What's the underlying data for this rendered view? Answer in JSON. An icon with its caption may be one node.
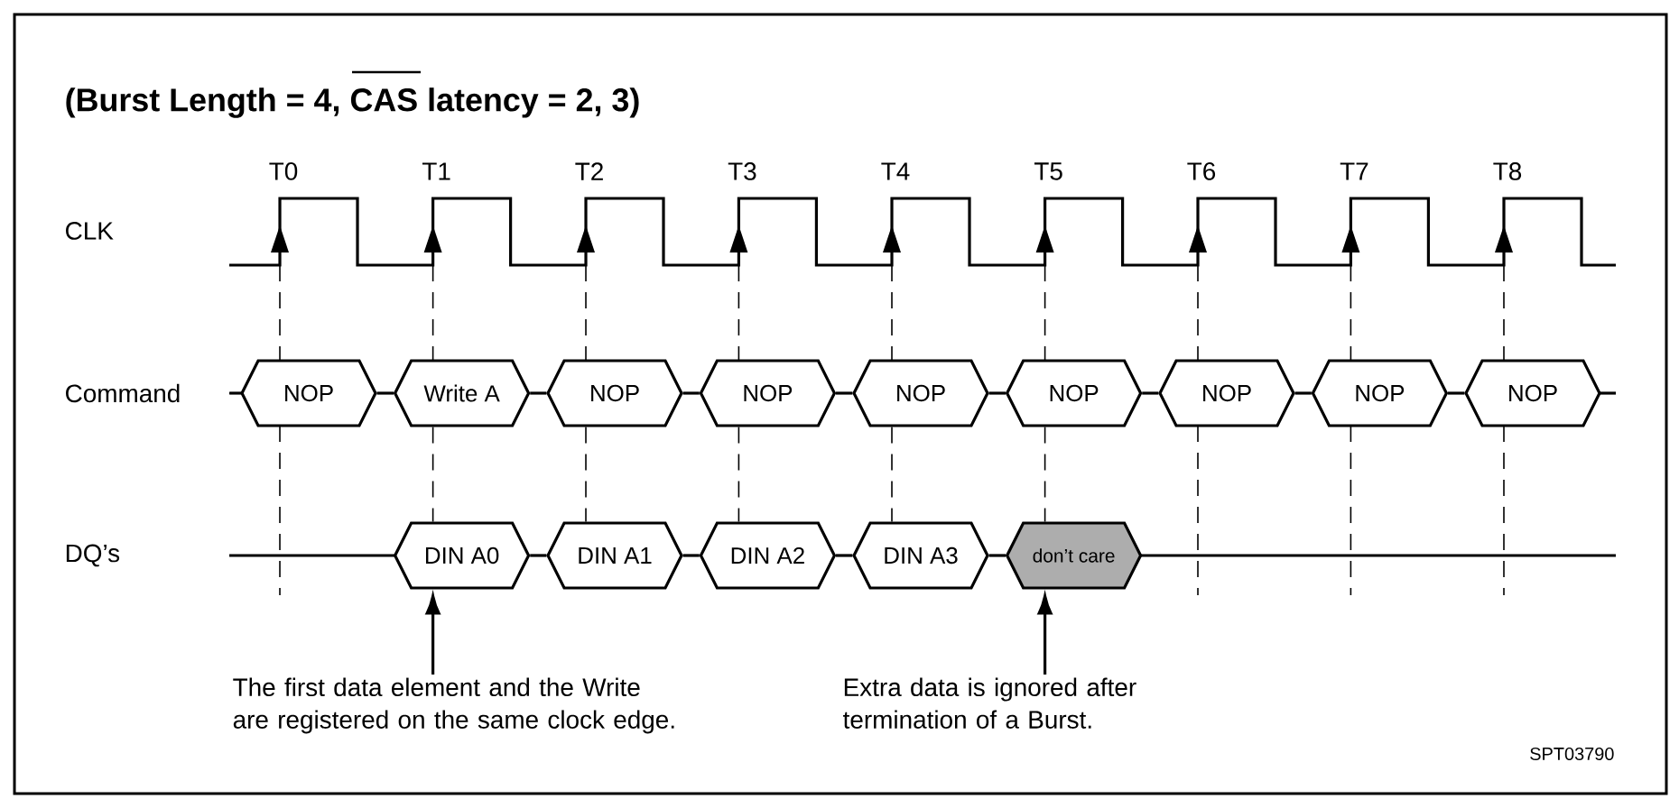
{
  "diagram": {
    "title": "(Burst Length = 4, CAS latency = 2, 3)",
    "nodes": [
      {
        "text": [
          "NOP"
        ]
      },
      {
        "text": [
          "Write A"
        ]
      },
      {
        "text": [
          "NOP"
        ]
      },
      {
        "text": [
          "NOP"
        ]
      },
      {
        "text": [
          "NOP"
        ]
      },
      {
        "text": [
          "NOP"
        ]
      },
      {
        "text": [
          "NOP"
        ]
      },
      {
        "text": [
          "NOP"
        ]
      },
      {
        "text": [
          "NOP"
        ]
      },
      {
        "text": [
          "DIN A0"
        ]
      },
      {
        "text": [
          "DIN A1"
        ]
      },
      {
        "text": [
          "DIN A2"
        ]
      },
      {
        "text": [
          "DIN A3"
        ]
      },
      {
        "text": [
          "don’t care"
        ]
      },
      {
        "text": [
          "The first data element and the Write are registered on the same clock edge."
        ]
      },
      {
        "text": [
          "Extra data is ignored after termination of a Burst."
        ]
      }
    ],
    "edges": [
      {
        "from": 14,
        "to": 9,
        "arrow": "to"
      },
      {
        "from": 15,
        "to": 13,
        "arrow": "to"
      },
      {
        "from": 0,
        "to": 1,
        "arrow": "none"
      },
      {
        "from": 1,
        "to": 2,
        "arrow": "none"
      },
      {
        "from": 2,
        "to": 3,
        "arrow": "none"
      },
      {
        "from": 3,
        "to": 4,
        "arrow": "none"
      },
      {
        "from": 4,
        "to": 5,
        "arrow": "none"
      },
      {
        "from": 5,
        "to": 6,
        "arrow": "none"
      },
      {
        "from": 6,
        "to": 7,
        "arrow": "none"
      },
      {
        "from": 7,
        "to": 8,
        "arrow": "none"
      },
      {
        "from": 9,
        "to": 10,
        "arrow": "none"
      },
      {
        "from": 10,
        "to": 11,
        "arrow": "none"
      },
      {
        "from": 11,
        "to": 12,
        "arrow": "none"
      },
      {
        "from": 12,
        "to": 13,
        "arrow": "none"
      },
      {
        "from": 1,
        "to": 9,
        "arrow": "none",
        "style": "dashed"
      },
      {
        "from": 2,
        "to": 10,
        "arrow": "none",
        "style": "dashed"
      },
      {
        "from": 3,
        "to": 11,
        "arrow": "none",
        "style": "dashed"
      },
      {
        "from": 4,
        "to": 12,
        "arrow": "none",
        "style": "dashed"
      },
      {
        "from": 5,
        "to": 13,
        "arrow": "none",
        "style": "dashed"
      }
    ],
    "labels": [
      "T0",
      "T1",
      "T2",
      "T3",
      "T4",
      "T5",
      "T6",
      "T7",
      "T8",
      "CLK",
      "Command",
      "DQ’s",
      "SPT03790"
    ]
  }
}
